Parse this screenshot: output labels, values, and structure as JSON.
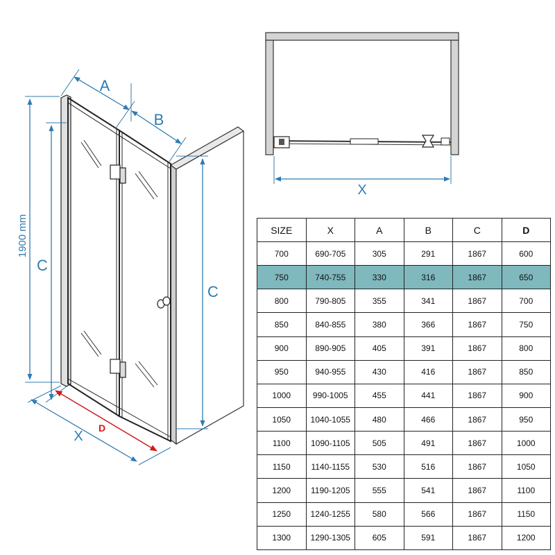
{
  "drawing_3d": {
    "height_label": "1900 mm",
    "label_a": "A",
    "label_b": "B",
    "label_c_left": "C",
    "label_c_right": "C",
    "label_x": "X",
    "label_d": "D"
  },
  "drawing_top": {
    "label_x": "X"
  },
  "colors": {
    "dimension": "#2f7bb0",
    "d_dimension": "#d11a1a",
    "highlight_row": "#7fb8bd",
    "outline": "#222222"
  },
  "table": {
    "headers": [
      "SIZE",
      "X",
      "A",
      "B",
      "C",
      "D"
    ],
    "bold_header_index": 5,
    "highlight_row_index": 1,
    "rows": [
      [
        "700",
        "690-705",
        "305",
        "291",
        "1867",
        "600"
      ],
      [
        "750",
        "740-755",
        "330",
        "316",
        "1867",
        "650"
      ],
      [
        "800",
        "790-805",
        "355",
        "341",
        "1867",
        "700"
      ],
      [
        "850",
        "840-855",
        "380",
        "366",
        "1867",
        "750"
      ],
      [
        "900",
        "890-905",
        "405",
        "391",
        "1867",
        "800"
      ],
      [
        "950",
        "940-955",
        "430",
        "416",
        "1867",
        "850"
      ],
      [
        "1000",
        "990-1005",
        "455",
        "441",
        "1867",
        "900"
      ],
      [
        "1050",
        "1040-1055",
        "480",
        "466",
        "1867",
        "950"
      ],
      [
        "1100",
        "1090-1105",
        "505",
        "491",
        "1867",
        "1000"
      ],
      [
        "1150",
        "1140-1155",
        "530",
        "516",
        "1867",
        "1050"
      ],
      [
        "1200",
        "1190-1205",
        "555",
        "541",
        "1867",
        "1100"
      ],
      [
        "1250",
        "1240-1255",
        "580",
        "566",
        "1867",
        "1150"
      ],
      [
        "1300",
        "1290-1305",
        "605",
        "591",
        "1867",
        "1200"
      ]
    ]
  }
}
